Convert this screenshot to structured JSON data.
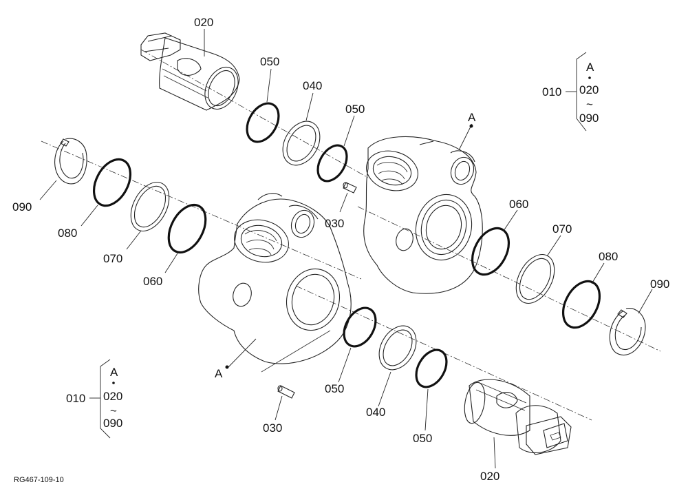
{
  "drawing_id": "RG467-109-10",
  "callouts": [
    {
      "id": "c-020-top",
      "label": "020"
    },
    {
      "id": "c-050-a",
      "label": "050"
    },
    {
      "id": "c-040-top",
      "label": "040"
    },
    {
      "id": "c-050-b",
      "label": "050"
    },
    {
      "id": "c-A-right",
      "label": "A"
    },
    {
      "id": "c-090-left",
      "label": "090"
    },
    {
      "id": "c-080-left",
      "label": "080"
    },
    {
      "id": "c-070-left",
      "label": "070"
    },
    {
      "id": "c-060-left",
      "label": "060"
    },
    {
      "id": "c-030-top",
      "label": "030"
    },
    {
      "id": "c-060-right",
      "label": "060"
    },
    {
      "id": "c-070-right",
      "label": "070"
    },
    {
      "id": "c-080-right",
      "label": "080"
    },
    {
      "id": "c-090-right",
      "label": "090"
    },
    {
      "id": "c-A-left",
      "label": "A"
    },
    {
      "id": "c-050-c",
      "label": "050"
    },
    {
      "id": "c-040-bottom",
      "label": "040"
    },
    {
      "id": "c-050-d",
      "label": "050"
    },
    {
      "id": "c-030-bottom",
      "label": "030"
    },
    {
      "id": "c-020-bottom",
      "label": "020"
    }
  ],
  "legend": {
    "assembly": "010",
    "group": "A",
    "range_start": "020",
    "range_sep": "~",
    "range_end": "090"
  }
}
